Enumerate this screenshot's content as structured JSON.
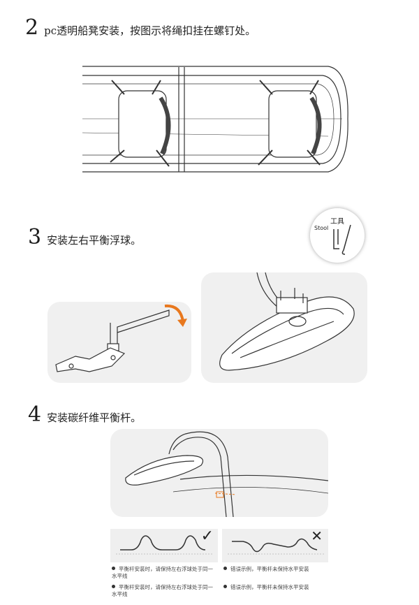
{
  "steps": [
    {
      "num": "2",
      "text": "pc透明船凳安装，按图示将绳扣挂在螺钉处。"
    },
    {
      "num": "3",
      "text": "安装左右平衡浮球。"
    },
    {
      "num": "4",
      "text": "安装碳纤维平衡杆。"
    }
  ],
  "tool": {
    "label_cn": "工具",
    "label_en": "Stool"
  },
  "notes": {
    "correct_1": "平衡杆安装时，请保持左右浮球处于同一水平线",
    "correct_2": "平衡杆安装时，请保持左右浮球处于同一水平线",
    "wrong_1": "错误示例，平衡杆未保持水平安装",
    "wrong_2": "错误示例，平衡杆未保持水平安装"
  },
  "marks": {
    "correct": "✓",
    "wrong": "✕"
  },
  "colors": {
    "accent": "#e8781e",
    "panel": "#f0f0f0",
    "line": "#333333"
  }
}
